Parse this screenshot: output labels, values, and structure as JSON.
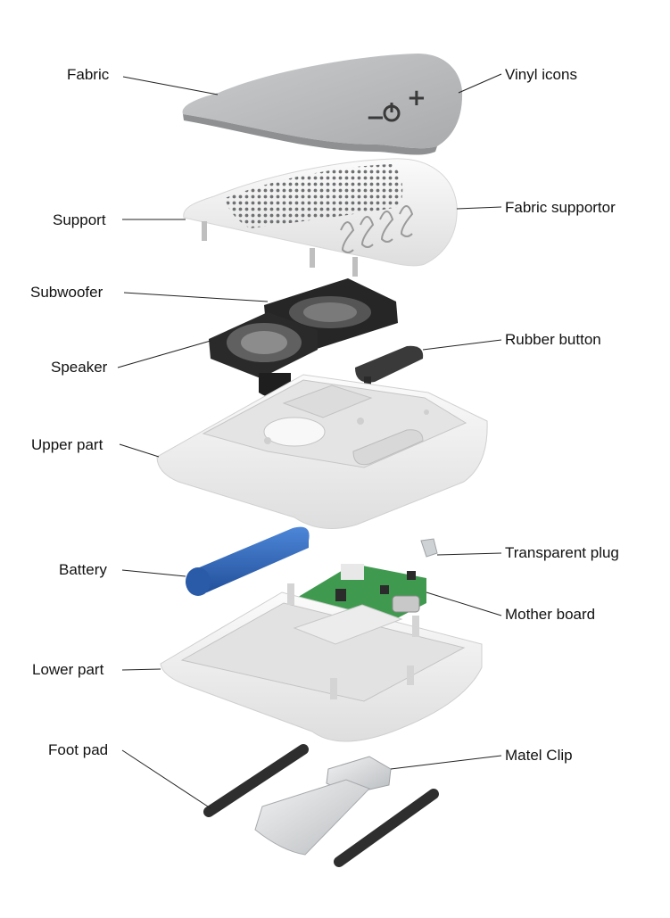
{
  "labels": {
    "fabric": "Fabric",
    "vinyl_icons": "Vinyl icons",
    "support": "Support",
    "fabric_supportor": "Fabric supportor",
    "subwoofer": "Subwoofer",
    "rubber_button": "Rubber button",
    "speaker": "Speaker",
    "upper_part": "Upper part",
    "transparent_plug": "Transparent plug",
    "battery": "Battery",
    "mother_board": "Mother board",
    "lower_part": "Lower part",
    "foot_pad": "Foot pad",
    "matel_clip": "Matel Clip"
  },
  "icons": {
    "minus": "−",
    "plus": "+"
  },
  "colors": {
    "fabric": "#b9bbbd",
    "white_part": "#f3f3f3",
    "dark_rubber": "#2e2e2e",
    "battery": "#2f66b8",
    "pcb": "#3f9a4f",
    "metal": "#d8dadc"
  }
}
